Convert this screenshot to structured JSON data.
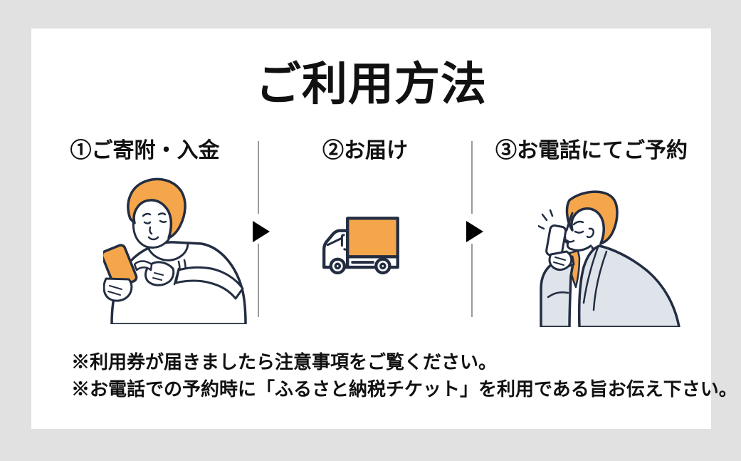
{
  "title": "ご利用方法",
  "steps": [
    {
      "id": 1,
      "label": "①ご寄附・入金",
      "illustration": "person-donating-via-smartphone"
    },
    {
      "id": 2,
      "label": "②お届け",
      "illustration": "delivery-truck"
    },
    {
      "id": 3,
      "label": "③お電話にてご予約",
      "illustration": "person-calling-on-phone"
    }
  ],
  "notes": [
    "※利用券が届きましたら注意事項をご覧ください。",
    "※お電話での予約時に「ふるさと納税チケット」を利用である旨お伝え下さい。"
  ],
  "colors": {
    "background_gray": "#E1E1E1",
    "card_white": "#FFFFFF",
    "text_black": "#111111",
    "divider_gray": "#9B9B9B",
    "arrow_black": "#000000",
    "accent_orange": "#F5A64B",
    "outline_navy": "#232D42",
    "suit_gray": "#DEE4E9"
  }
}
